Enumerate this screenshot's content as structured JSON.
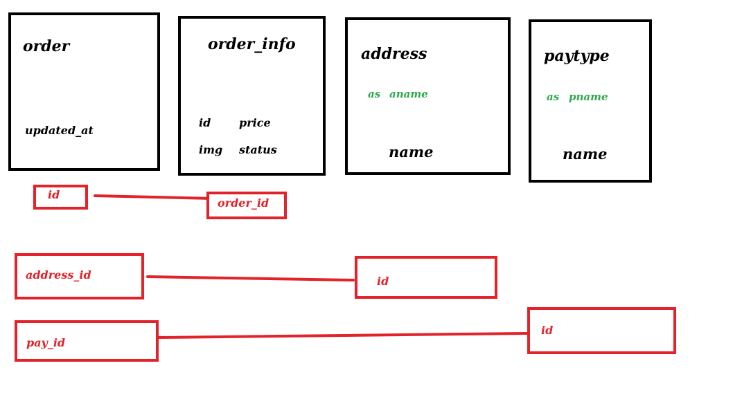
{
  "tables": {
    "order": {
      "title": "order",
      "fields": [
        "updated_at"
      ]
    },
    "order_info": {
      "title": "order_info",
      "fields": [
        "id",
        "price",
        "img",
        "status"
      ]
    },
    "address": {
      "title": "address",
      "alias_kw": "as",
      "alias_name": "aname",
      "field": "name"
    },
    "paytype": {
      "title": "paytype",
      "alias_kw": "as",
      "alias_name": "pname",
      "field": "name"
    }
  },
  "relations": [
    {
      "from": "id",
      "to": "order_id"
    },
    {
      "from": "address_id",
      "to": "id"
    },
    {
      "from": "pay_id",
      "to": "id"
    }
  ],
  "colors": {
    "table_border": "#000000",
    "relation": "#e3222a",
    "alias": "#2aa84a"
  }
}
